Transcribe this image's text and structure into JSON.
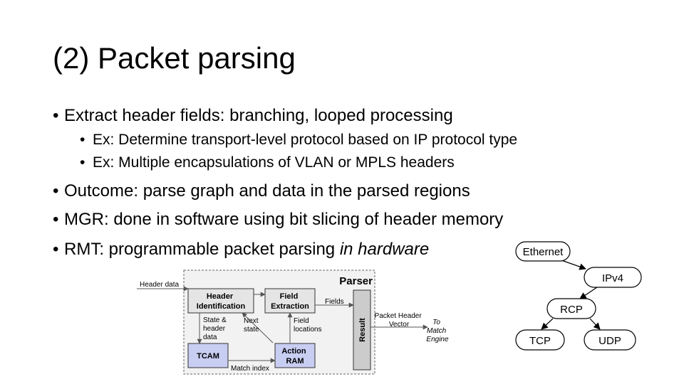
{
  "slide": {
    "title": "(2) Packet parsing",
    "bullets": [
      "Extract header fields: branching, looped processing",
      "Outcome: parse graph and data in the parsed regions",
      "MGR: done in software using bit slicing of header memory"
    ],
    "sub_bullets": [
      "Ex: Determine transport-level protocol based on IP protocol type",
      "Ex: Multiple encapsulations of VLAN or MPLS headers"
    ],
    "rmt_bullet_plain": "RMT: programmable packet parsing ",
    "rmt_bullet_italic": "in hardware",
    "bullet_glyph": "•"
  },
  "parser_diagram": {
    "parser_label": "Parser",
    "header_data": "Header data",
    "header_identification": [
      "Header",
      "Identification"
    ],
    "field_extraction": [
      "Field",
      "Extraction"
    ],
    "fields": "Fields",
    "result": "Result",
    "state_header_data": [
      "State &",
      "header",
      "data"
    ],
    "next_state": [
      "Next",
      "state"
    ],
    "field_locations": [
      "Field",
      "locations"
    ],
    "packet_header_vector": [
      "Packet Header",
      "Vector"
    ],
    "to_match_engine": [
      "To",
      "Match",
      "Engine"
    ],
    "tcam": "TCAM",
    "action_ram": [
      "Action",
      "RAM"
    ],
    "match_index": "Match index"
  },
  "parse_graph": {
    "nodes": [
      "Ethernet",
      "IPv4",
      "RCP",
      "TCP",
      "UDP"
    ]
  }
}
